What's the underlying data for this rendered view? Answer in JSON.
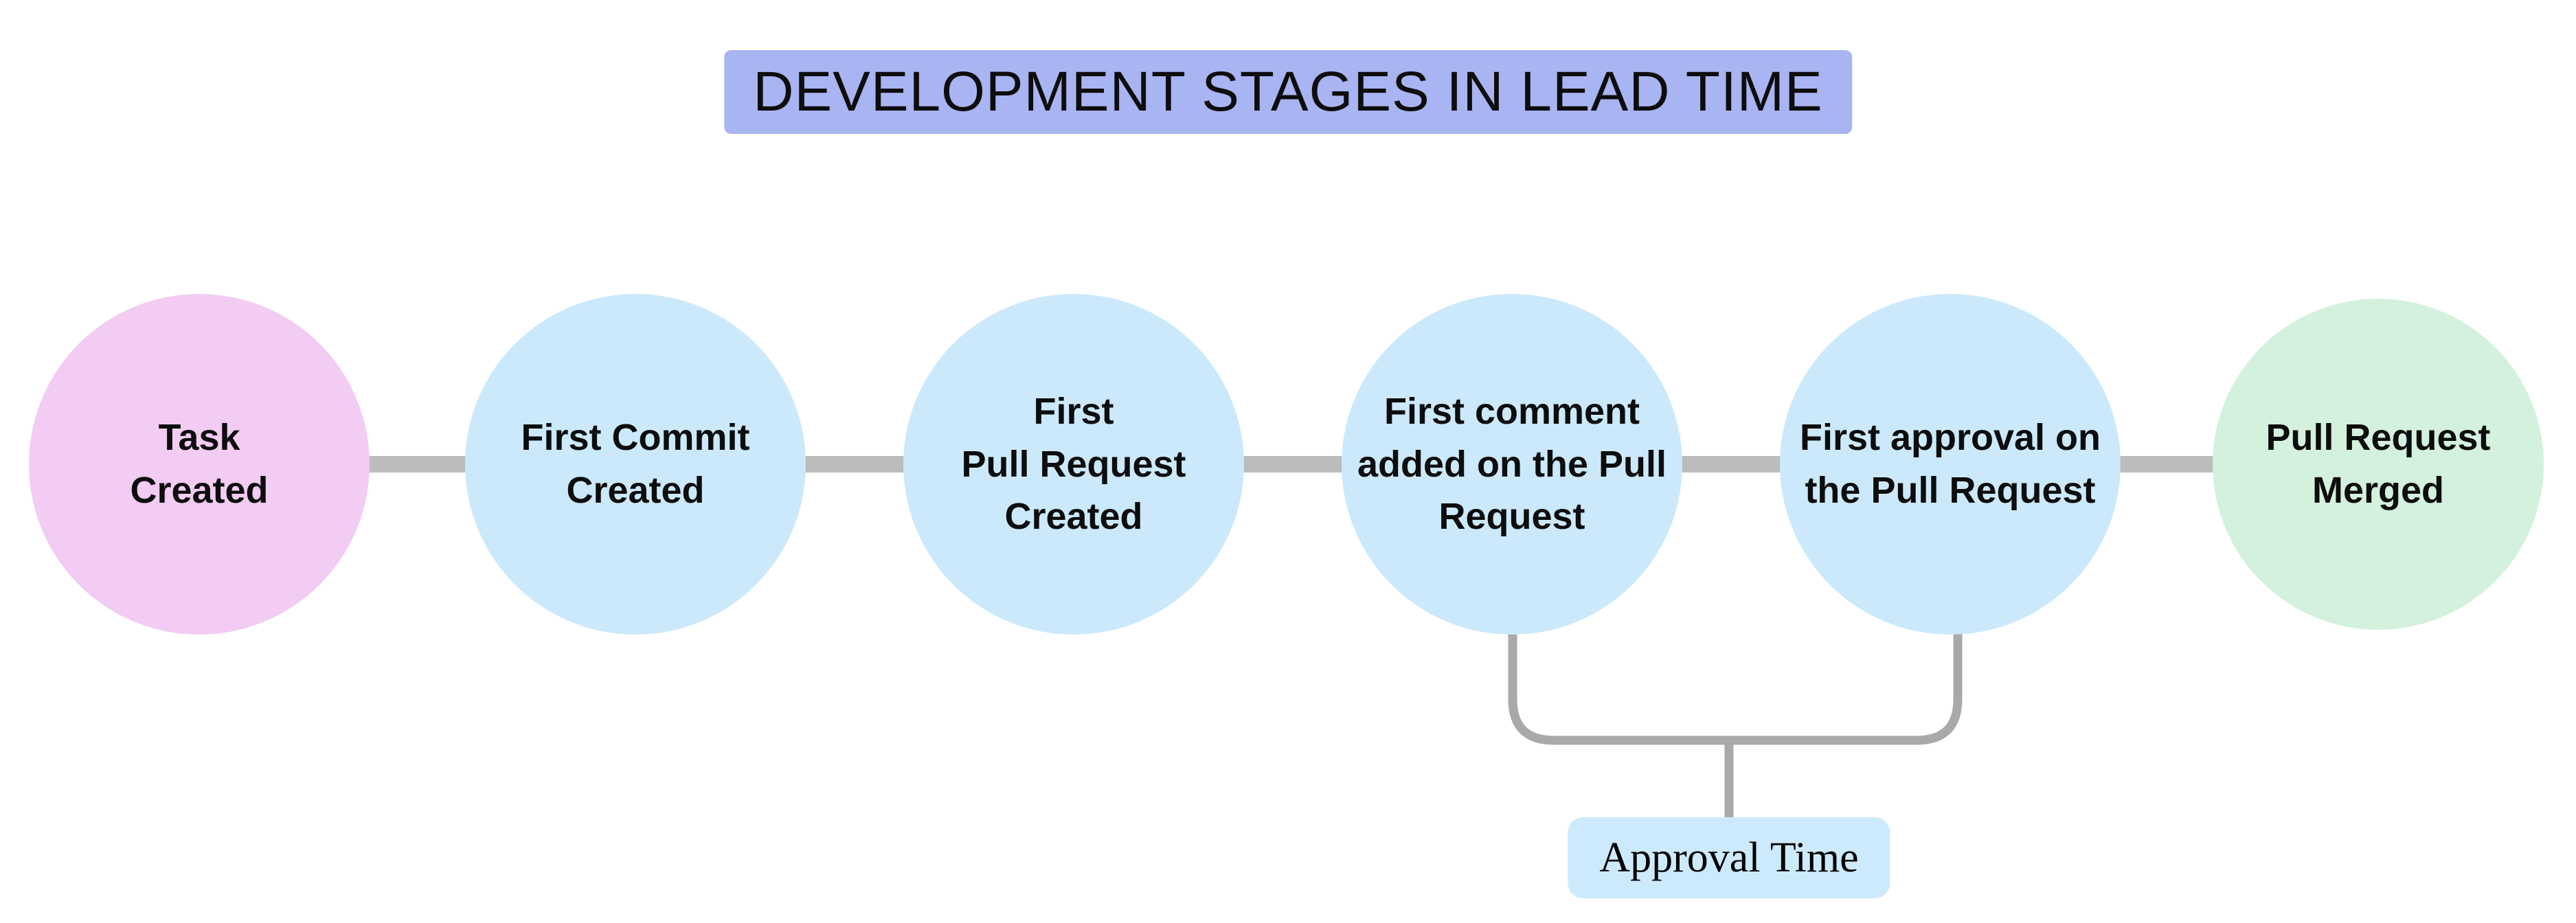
{
  "title": {
    "text": "DEVELOPMENT STAGES IN LEAD TIME"
  },
  "stages": [
    {
      "label": "Task\nCreated",
      "fill": "#f2ccf2"
    },
    {
      "label": "First Commit\nCreated",
      "fill": "#cbe9fb"
    },
    {
      "label": "First\nPull Request\nCreated",
      "fill": "#cbe9fb"
    },
    {
      "label": "First comment\nadded on the Pull\nRequest",
      "fill": "#cbe9fb"
    },
    {
      "label": "First approval on\nthe Pull Request",
      "fill": "#cbe9fb"
    },
    {
      "label": "Pull Request\nMerged",
      "fill": "#d3f1dd"
    }
  ],
  "annotation": {
    "label": "Approval Time",
    "fill": "#cdeafc"
  },
  "colors": {
    "background": "#ffffff",
    "title_bg": "#a9b4f2",
    "connector": "#bcbcbc",
    "bracket": "#a9a9a9",
    "text": "#0d0d0d"
  }
}
